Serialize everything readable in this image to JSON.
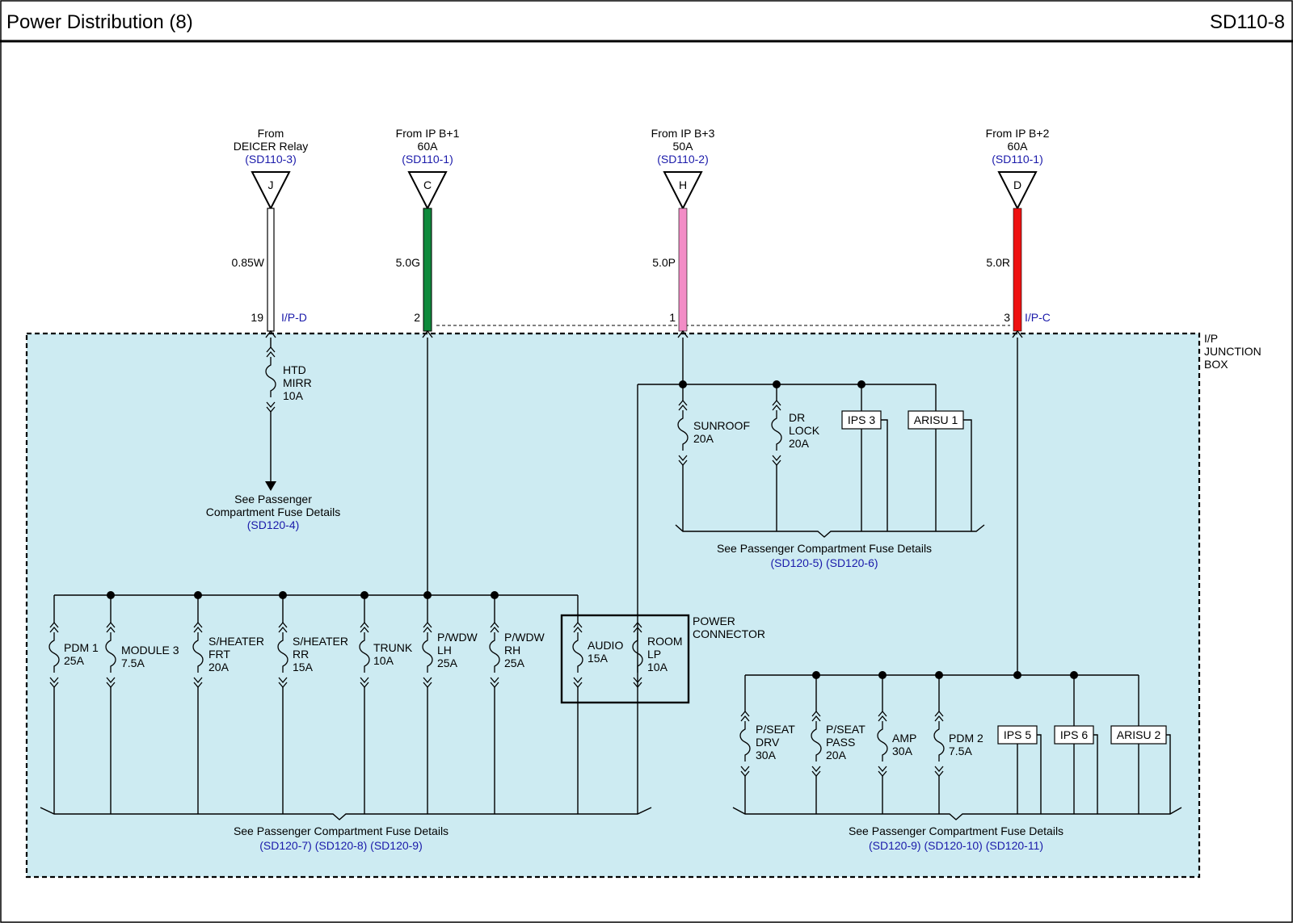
{
  "header": {
    "title": "Power Distribution (8)",
    "code": "SD110-8"
  },
  "junction_box": {
    "label_line1": "I/P",
    "label_line2": "JUNCTION",
    "label_line3": "BOX"
  },
  "sources": [
    {
      "id": "J",
      "line1": "From",
      "line2": "DEICER Relay",
      "ref": "(SD110-3)",
      "wire": "0.85W",
      "pin": "19",
      "connector": "I/P-D",
      "color": "#ffffff"
    },
    {
      "id": "C",
      "line1": "From IP B+1",
      "line2": "60A",
      "ref": "(SD110-1)",
      "wire": "5.0G",
      "pin": "2",
      "connector": "",
      "color": "#0f8a3c"
    },
    {
      "id": "H",
      "line1": "From IP B+3",
      "line2": "50A",
      "ref": "(SD110-2)",
      "wire": "5.0P",
      "pin": "1",
      "connector": "",
      "color": "#f28cc6"
    },
    {
      "id": "D",
      "line1": "From IP B+2",
      "line2": "60A",
      "ref": "(SD110-1)",
      "wire": "5.0R",
      "pin": "3",
      "connector": "I/P-C",
      "color": "#ee1111"
    }
  ],
  "fuses": {
    "htd_mirr": [
      "HTD",
      "MIRR",
      "10A"
    ],
    "sunroof": [
      "SUNROOF",
      "20A"
    ],
    "dr_lock": [
      "DR",
      "LOCK",
      "20A"
    ],
    "ips3": "IPS 3",
    "arisu1": "ARISU 1",
    "pdm1": [
      "PDM 1",
      "25A"
    ],
    "module3": [
      "MODULE 3",
      "7.5A"
    ],
    "sheater_frt": [
      "S/HEATER",
      "FRT",
      "20A"
    ],
    "sheater_rr": [
      "S/HEATER",
      "RR",
      "15A"
    ],
    "trunk": [
      "TRUNK",
      "10A"
    ],
    "pwdw_lh": [
      "P/WDW",
      "LH",
      "25A"
    ],
    "pwdw_rh": [
      "P/WDW",
      "RH",
      "25A"
    ],
    "audio": [
      "AUDIO",
      "15A"
    ],
    "room_lp": [
      "ROOM",
      "LP",
      "10A"
    ],
    "pseat_drv": [
      "P/SEAT",
      "DRV",
      "30A"
    ],
    "pseat_pass": [
      "P/SEAT",
      "PASS",
      "20A"
    ],
    "amp": [
      "AMP",
      "30A"
    ],
    "pdm2": [
      "PDM 2",
      "7.5A"
    ],
    "ips5": "IPS 5",
    "ips6": "IPS 6",
    "arisu2": "ARISU 2"
  },
  "power_connector": [
    "POWER",
    "CONNECTOR"
  ],
  "notes": {
    "n1_line1": "See Passenger",
    "n1_line2": "Compartment Fuse Details",
    "n1_ref": "(SD120-4)",
    "n2_line": "See Passenger Compartment Fuse Details",
    "n2_ref": "(SD120-5) (SD120-6)",
    "n3_line": "See Passenger Compartment Fuse Details",
    "n3_ref": "(SD120-7) (SD120-8) (SD120-9)",
    "n4_line": "See Passenger Compartment Fuse Details",
    "n4_ref": "(SD120-9) (SD120-10) (SD120-11)"
  },
  "colors": {
    "junction_fill": "#cdebf2",
    "ref_text": "#1a1aaa",
    "wire_green": "#0f8a3c",
    "wire_pink": "#f28cc6",
    "wire_red": "#ee1111"
  }
}
